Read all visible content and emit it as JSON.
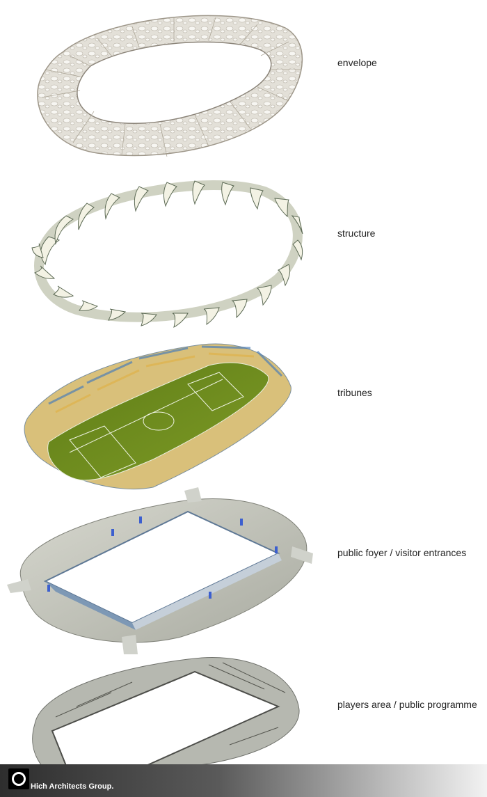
{
  "labels": {
    "envelope": "envelope",
    "structure": "structure",
    "tribunes": "tribunes",
    "foyer": "public foyer / visitor entrances",
    "players": "players area / public programme"
  },
  "footer": {
    "company": "Hich Architects Group."
  },
  "colors": {
    "pitch": "#6b8a1f",
    "concrete": "#c9cbc0",
    "envelope": "#e9e7e1",
    "structure": "#f2f1e6"
  }
}
